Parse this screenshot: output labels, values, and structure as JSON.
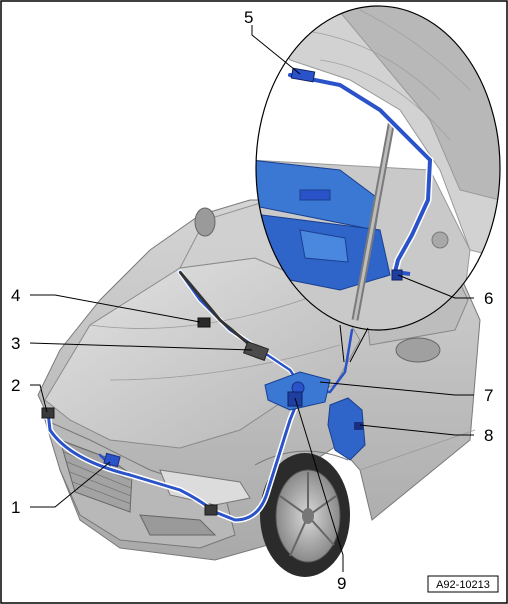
{
  "figure": {
    "reference_code": "A92-10213",
    "callouts": [
      {
        "number": "1"
      },
      {
        "number": "2"
      },
      {
        "number": "3"
      },
      {
        "number": "4"
      },
      {
        "number": "5"
      },
      {
        "number": "6"
      },
      {
        "number": "7"
      },
      {
        "number": "8"
      },
      {
        "number": "9"
      }
    ]
  },
  "colors": {
    "hose": "#2a52c9",
    "hose_highlight": "#7fa0ff",
    "reservoir": "#2f64c8",
    "component": "#3a78d4",
    "car_body": "#c4c4c4",
    "car_shadow": "#8e8e8e",
    "tire": "#2b2b2b",
    "frame": "#000000"
  }
}
